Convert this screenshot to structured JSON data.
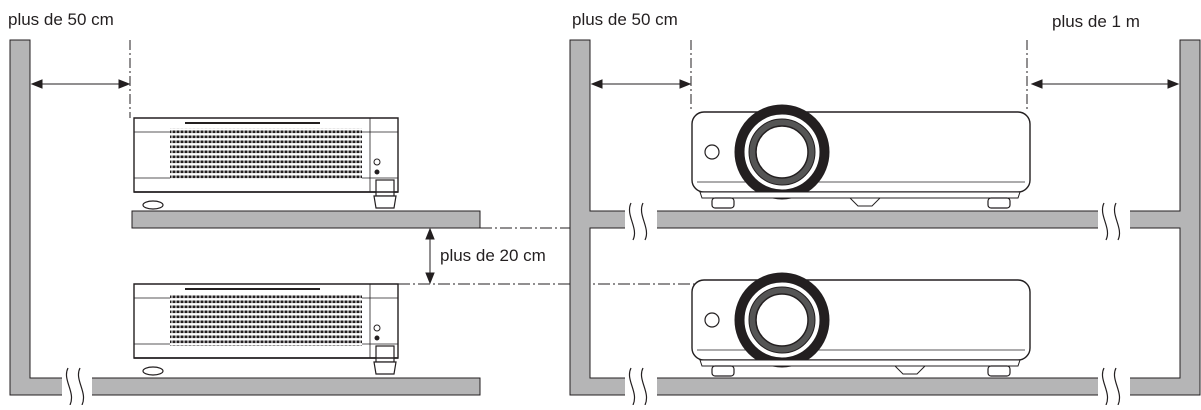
{
  "labels": {
    "side_clearance_left": "plus de 50 cm",
    "side_clearance_right_a": "plus de 50 cm",
    "side_clearance_right_b": "plus de 1 m",
    "vertical_clearance": "plus de 20 cm"
  },
  "colors": {
    "wall_fill": "#b5b5b6",
    "line": "#231f20",
    "projector_body": "#ffffff",
    "vent": "#231f20"
  }
}
